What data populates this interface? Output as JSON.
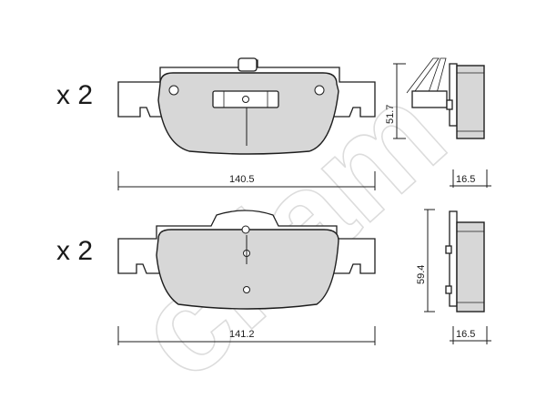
{
  "watermark": {
    "text": "cifam",
    "color": "#dcdcdc"
  },
  "pad_sets": [
    {
      "quantity_label": "x 2",
      "length_label": "140.5",
      "height_label": "51.7",
      "thickness_label": "16.5"
    },
    {
      "quantity_label": "x 2",
      "length_label": "141.2",
      "height_label": "59.4",
      "thickness_label": "16.5"
    }
  ],
  "colors": {
    "line": "#1e1e1e",
    "friction_material": "#d7d7d7",
    "background": "#ffffff"
  }
}
